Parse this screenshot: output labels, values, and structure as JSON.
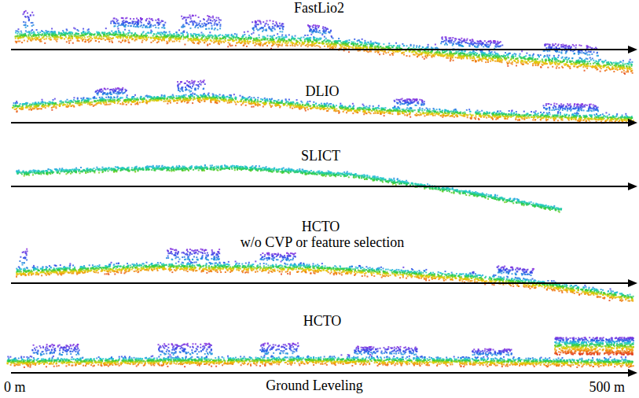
{
  "diagram": {
    "labels": [
      "FastLio2",
      "DLIO",
      "SLICT",
      "HCTO",
      "w/o CVP or feature selection",
      "HCTO",
      "0 m",
      "Ground Leveling",
      "500 m"
    ]
  }
}
